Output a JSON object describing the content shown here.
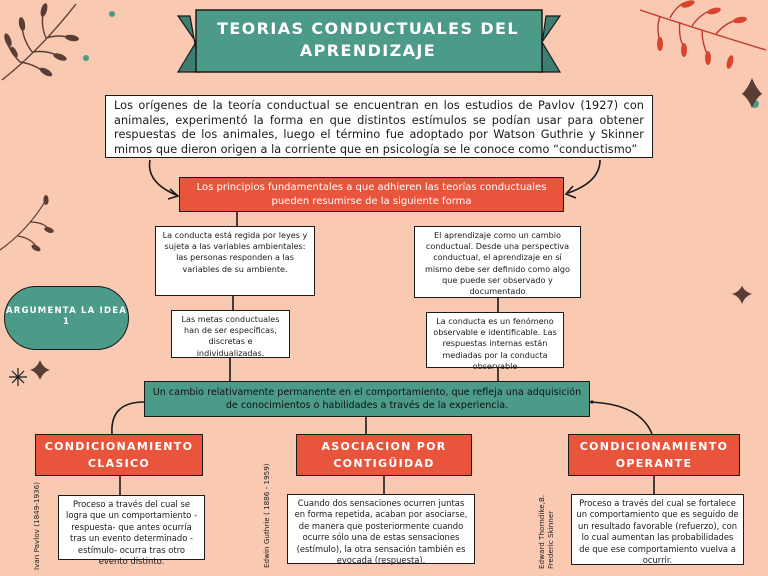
{
  "title": "TEORIAS CONDUCTUALES DEL APRENDIZAJE",
  "intro": "Los orígenes de la teoría conductual se encuentran en los estudios de Pavlov (1927) con animales, experimentó la forma en que distintos estímulos se podían usar para obtener respuestas de los animales, luego el término fue adoptado por Watson Guthrie y Skinner mimos que dieron origen a la corriente que en psicología se le conoce como “conductismo”",
  "principles": "Los principios fundamentales a que adhieren las teorías conductuales pueden resumirse de la siguiente forma",
  "notes": [
    "La conducta está regida por leyes y sujeta a las variables ambientales: las personas responden a las variables de su ambiente.",
    "Las metas conductuales han de ser específicas, discretas e individualizadas.",
    "El aprendizaje como un cambio conductual. Desde una perspectiva conductual, el aprendizaje en sí mismo debe ser definido como algo que puede ser observado y documentado",
    "La conducta es un fenómeno observable e identificable. Las respuestas internas están mediadas por la conducta observable"
  ],
  "argument_pill": "ARGUMENTA LA IDEA 1",
  "definition": "Un cambio relativamente permanente en el comportamiento, que refleja una adquisición de conocimientos o habilidades a través de la experiencia.",
  "categories": [
    {
      "title": "CONDICIONAMIENTO CLASICO",
      "author": "Ivan Pavlov (1849-1936)",
      "description": "Proceso a través del cual se logra que un comportamiento -respuesta- que antes ocurría tras un evento determinado -estímulo- ocurra tras otro evento distinto."
    },
    {
      "title": "ASOCIACION POR CONTIGÜIDAD",
      "author": "Edwin Guthrie ( 1886 - 1959)",
      "description": "Cuando dos sensaciones ocurren juntas en forma repetida, acaban por asociarse, de manera que posteriormente cuando ocurre sólo una de estas sensaciones (estímulo), la otra sensación también es evocada (respuesta)."
    },
    {
      "title": "CONDICIONAMIENTO OPERANTE",
      "author_lines": [
        "Edward Thorndike,B.",
        "Frederic Skinner"
      ],
      "description": "Proceso a través del cual se fortalece un comportamiento que es seguido de un resultado favorable (refuerzo), con lo cual aumentan las probabilidades de que ese comportamiento vuelva a ocurrir."
    }
  ],
  "colors": {
    "background": "#f9c9b2",
    "teal": "#4c9a88",
    "coral": "#e9553c",
    "leaf_dark": "#5a3d34",
    "leaf_red": "#d9442e"
  },
  "icons": [
    "leaf-branch-icon",
    "sparkle-icon",
    "dot-icon"
  ]
}
